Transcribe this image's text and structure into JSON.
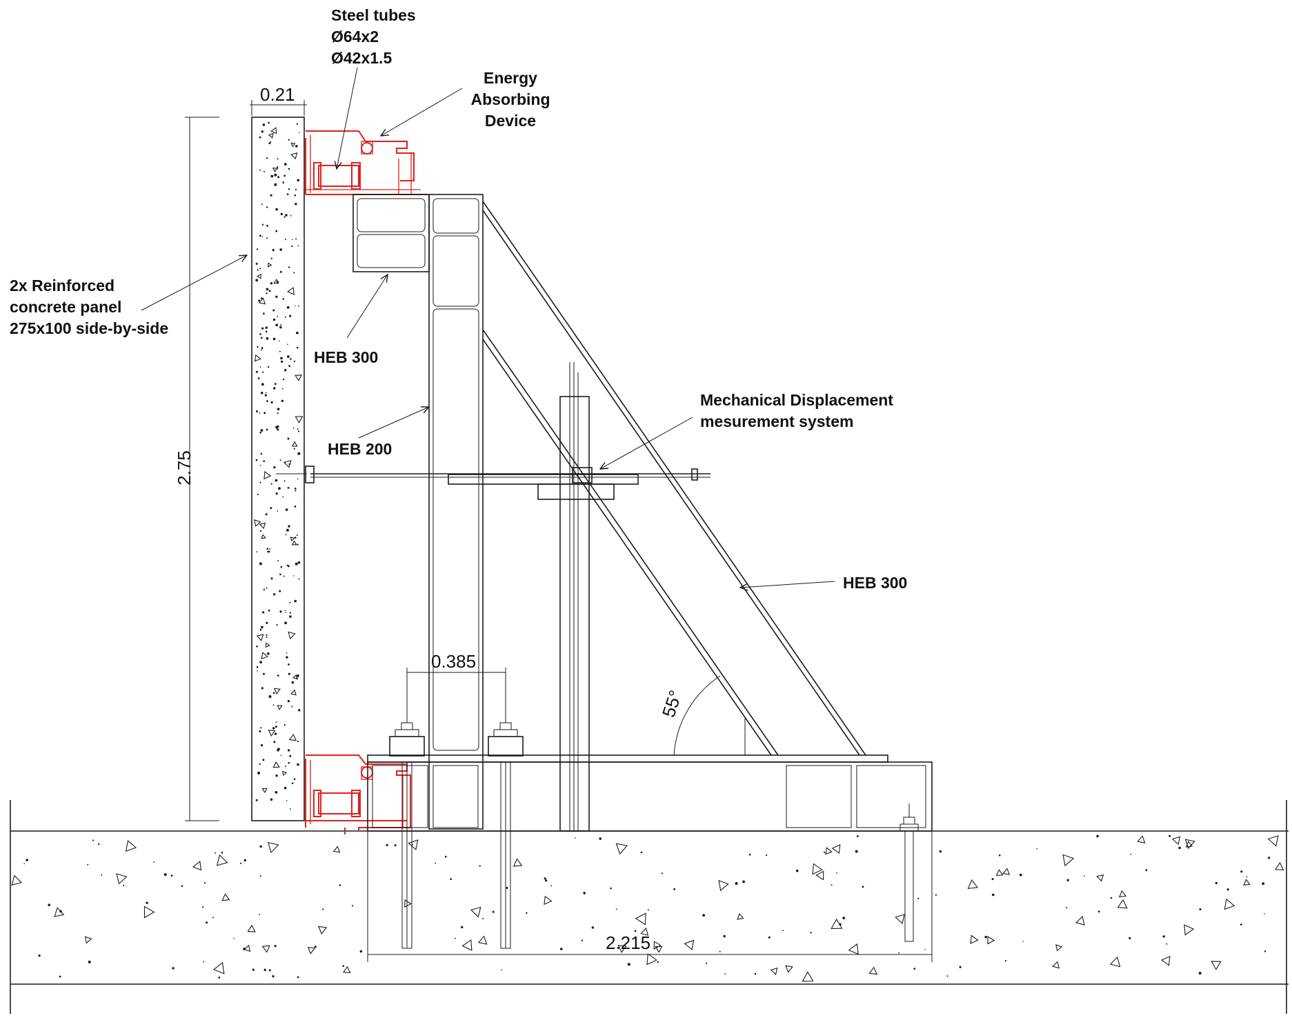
{
  "labels": {
    "steel_tubes": [
      "Steel tubes",
      "Ø64x2",
      "Ø42x1.5"
    ],
    "energy_device": [
      "Energy",
      "Absorbing",
      "Device"
    ],
    "concrete_panel": [
      "2x Reinforced",
      "concrete panel",
      "275x100 side-by-side"
    ],
    "heb300_top": "HEB 300",
    "heb200": "HEB 200",
    "mechanical_system": [
      "Mechanical Displacement",
      "mesurement system"
    ],
    "heb300_diag": "HEB 300"
  },
  "dimensions": {
    "panel_width": "0.21",
    "panel_height": "2.75",
    "bolt_spacing": "0.385",
    "base_length": "2.215",
    "angle": "55°"
  },
  "colors": {
    "line": "#1a1a1a",
    "fixture": "#e0201c",
    "background": "#ffffff"
  }
}
